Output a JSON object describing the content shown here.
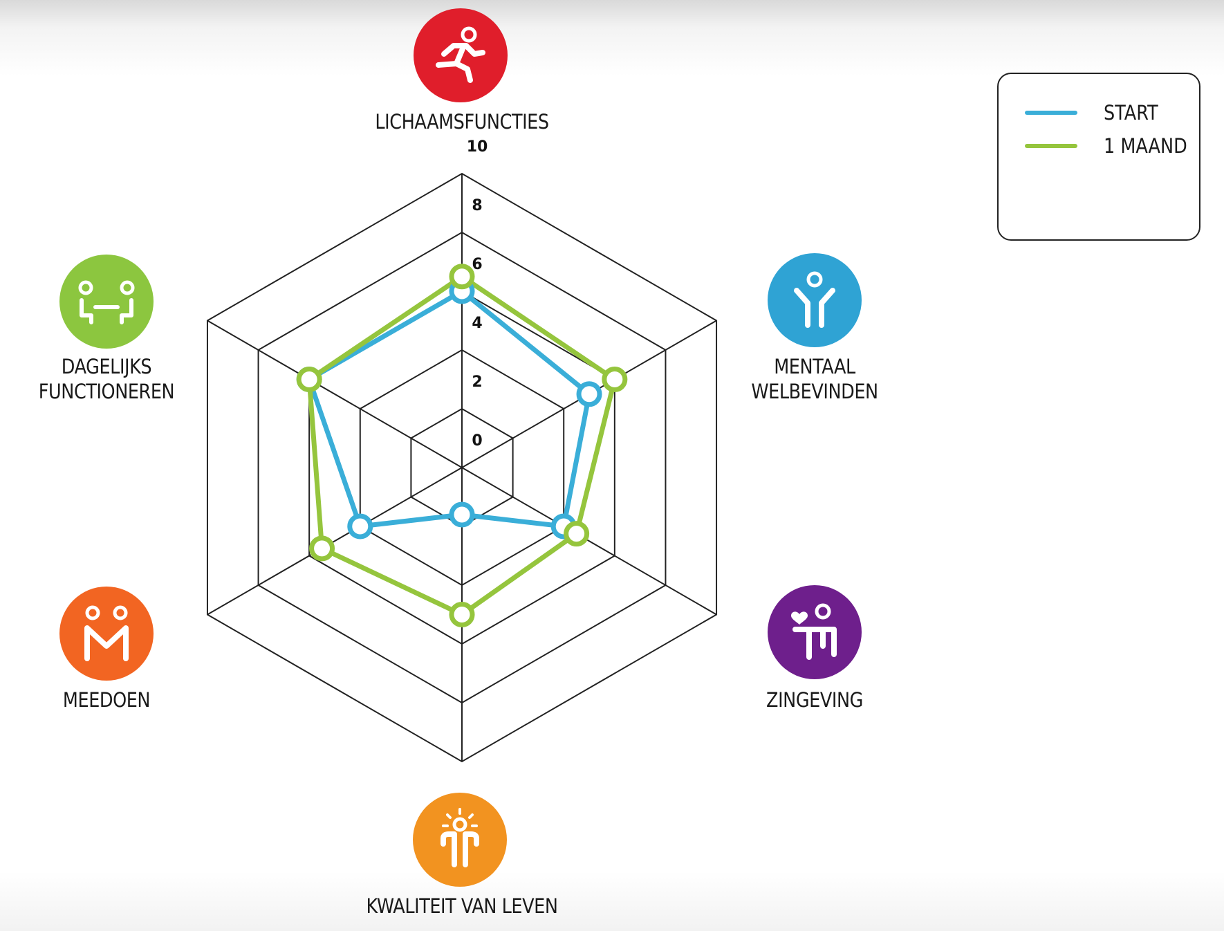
{
  "chart_data": {
    "type": "radar",
    "axes": [
      "LICHAAMSFUNCTIES",
      "MENTAAL\nWELBEVINDEN",
      "ZINGEVING",
      "KWALITEIT VAN LEVEN",
      "MEEDOEN",
      "DAGELIJKS\nFUNCTIONEREN"
    ],
    "tick_labels": [
      "0",
      "2",
      "4",
      "6",
      "8",
      "10"
    ],
    "rlim": [
      0,
      10
    ],
    "series": [
      {
        "name": "START",
        "color": "#3aaed8",
        "values": [
          6.0,
          5.0,
          4.0,
          1.6,
          4.0,
          6.0
        ]
      },
      {
        "name": "1 MAAND",
        "color": "#95c53d",
        "values": [
          6.5,
          6.0,
          4.5,
          5.0,
          5.5,
          6.0
        ]
      }
    ],
    "legend_position": "top-right",
    "grid": true
  },
  "icons": [
    {
      "axis": "LICHAAMSFUNCTIES",
      "name": "running-person-icon",
      "color": "#e01e2b"
    },
    {
      "axis": "MENTAAL\nWELBEVINDEN",
      "name": "raised-arms-person-icon",
      "color": "#2fa3d4"
    },
    {
      "axis": "ZINGEVING",
      "name": "person-with-heart-icon",
      "color": "#6e1f8c"
    },
    {
      "axis": "KWALITEIT VAN LEVEN",
      "name": "person-with-sun-icon",
      "color": "#f29320"
    },
    {
      "axis": "MEEDOEN",
      "name": "two-people-holding-hands-icon",
      "color": "#f26522"
    },
    {
      "axis": "DAGELIJKS\nFUNCTIONEREN",
      "name": "two-people-at-table-icon",
      "color": "#8cc63f"
    }
  ]
}
